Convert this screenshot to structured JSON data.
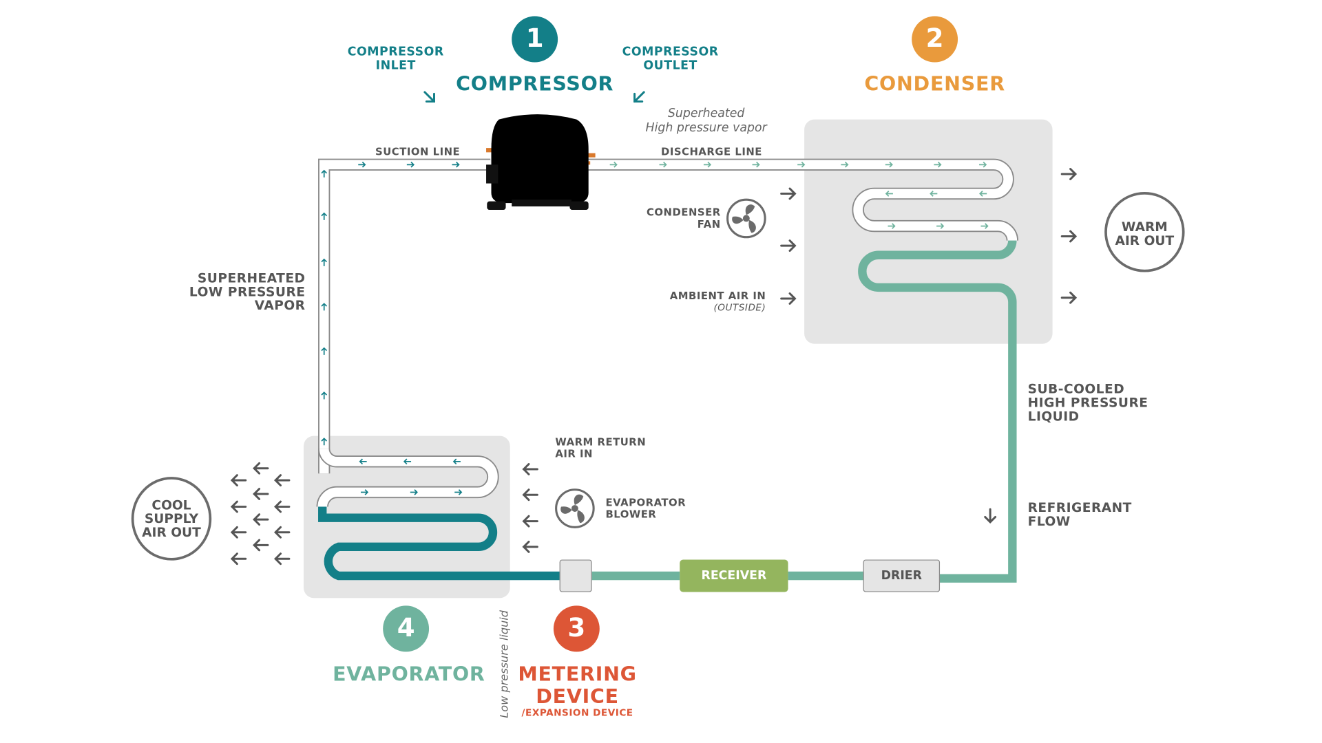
{
  "steps": {
    "compressor": {
      "number": "1",
      "title": "COMPRESSOR",
      "color": "#137f88"
    },
    "condenser": {
      "number": "2",
      "title": "CONDENSER",
      "color": "#e99a3c"
    },
    "metering": {
      "number": "3",
      "title_line1": "METERING",
      "title_line2": "DEVICE",
      "subtitle": "/EXPANSION DEVICE",
      "color": "#dd5636"
    },
    "evaporator": {
      "number": "4",
      "title": "EVAPORATOR",
      "color": "#6fb39e"
    }
  },
  "labels": {
    "compressor_inlet_1": "COMPRESSOR",
    "compressor_inlet_2": "INLET",
    "compressor_outlet_1": "COMPRESSOR",
    "compressor_outlet_2": "OUTLET",
    "superheated_hp_1": "Superheated",
    "superheated_hp_2": "High pressure vapor",
    "suction_line": "SUCTION LINE",
    "discharge_line": "DISCHARGE LINE",
    "condenser_fan_1": "CONDENSER",
    "condenser_fan_2": "FAN",
    "ambient_air_1": "AMBIENT AIR IN",
    "ambient_air_2": "(OUTSIDE)",
    "warm_air_out_1": "WARM",
    "warm_air_out_2": "AIR OUT",
    "superheated_lp_1": "SUPERHEATED",
    "superheated_lp_2": "LOW PRESSURE",
    "superheated_lp_3": "VAPOR",
    "subcooled_1": "SUB-COOLED",
    "subcooled_2": "HIGH PRESSURE",
    "subcooled_3": "LIQUID",
    "refrigerant_flow_1": "REFRIGERANT",
    "refrigerant_flow_2": "FLOW",
    "warm_return_1": "WARM RETURN",
    "warm_return_2": "AIR IN",
    "evaporator_blower_1": "EVAPORATOR",
    "evaporator_blower_2": "BLOWER",
    "cool_supply_1": "COOL",
    "cool_supply_2": "SUPPLY",
    "cool_supply_3": "AIR OUT",
    "low_pressure_liquid": "Low pressure liquid"
  },
  "devices": {
    "receiver": "RECEIVER",
    "drier": "DRIER"
  },
  "colors": {
    "teal_dark": "#137f88",
    "teal_light": "#6fb39e",
    "receiver_green": "#94b55e",
    "box_grey": "#e5e5e5",
    "arrow_grey": "#555555"
  },
  "icons": [
    "compressor-image",
    "fan-icon",
    "arrow-icon"
  ]
}
